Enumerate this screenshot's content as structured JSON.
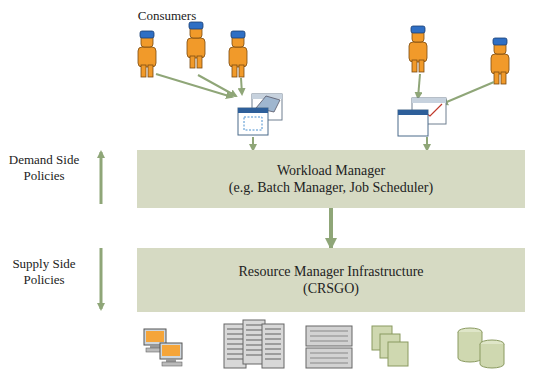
{
  "diagram": {
    "nodes": [
      {
        "text": [
          "Workload Manager",
          "(e.g. Batch Manager, Job Scheduler)"
        ]
      },
      {
        "text": [
          "Resource Manager Infrastructure",
          "(CRSGO)"
        ]
      }
    ],
    "edges": [
      {
        "from": 0,
        "to": 1,
        "arrow": "to"
      }
    ],
    "labels": [
      "Consumers",
      "Demand Side Policies",
      "Supply Side Policies"
    ]
  }
}
